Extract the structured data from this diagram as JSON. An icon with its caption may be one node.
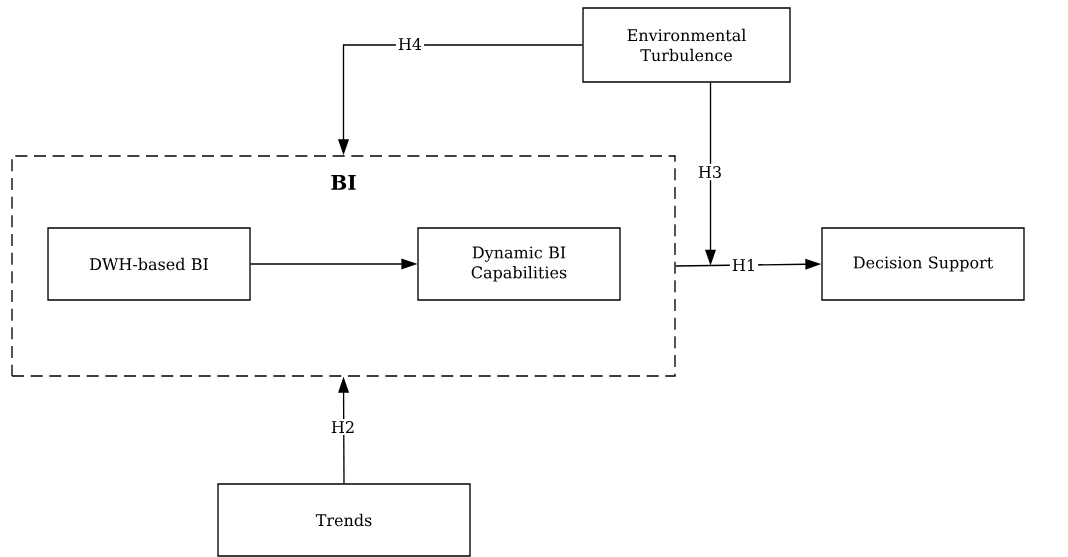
{
  "diagram": {
    "nodes": [
      {
        "text": [
          "BI"
        ]
      },
      {
        "text": [
          "DWH-based BI"
        ],
        "in": 0
      },
      {
        "text": [
          "Dynamic BI Capabilities"
        ],
        "in": 0
      },
      {
        "text": [
          "Environmental Turbulence"
        ]
      },
      {
        "text": [
          "Decision Support"
        ]
      },
      {
        "text": [
          "Trends"
        ]
      }
    ],
    "edges": [
      {
        "from": 1,
        "to": 2,
        "arrow": "to"
      },
      {
        "from": 0,
        "to": 4,
        "arrow": "to",
        "label": "H1"
      },
      {
        "from": 5,
        "to": 0,
        "arrow": "to",
        "label": "H2"
      },
      {
        "from": 3,
        "to": null,
        "arrow": "to",
        "label": "H3"
      },
      {
        "from": 3,
        "to": 0,
        "arrow": "to",
        "label": "H4"
      }
    ]
  }
}
